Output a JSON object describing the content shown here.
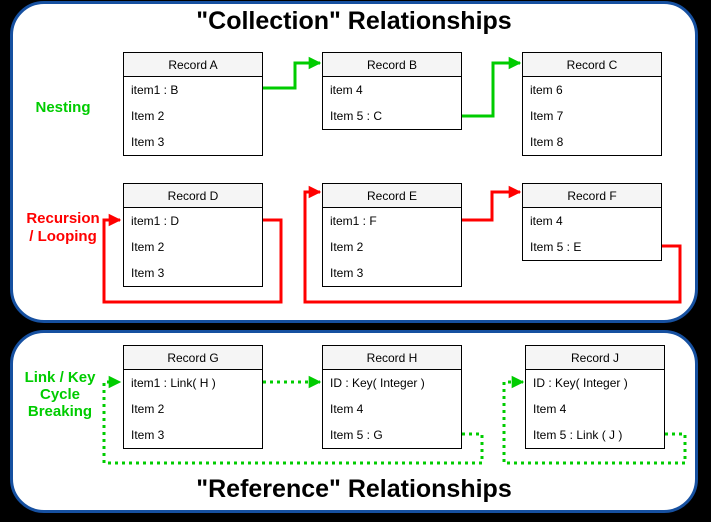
{
  "titles": {
    "collection": "\"Collection\" Relationships",
    "reference": "\"Reference\" Relationships"
  },
  "labels": {
    "nesting": "Nesting",
    "recursion_looping": "Recursion\n/ Looping",
    "link_key_cycle_breaking": "Link / Key\nCycle\nBreaking"
  },
  "colors": {
    "green": "#00cc00",
    "red": "#ff0000",
    "panel_border": "#1650a0",
    "header_fill": "#f5f5f5"
  },
  "records": [
    {
      "id": "A",
      "title": "Record A",
      "rows": [
        "item1 : B",
        "Item 2",
        "Item 3"
      ]
    },
    {
      "id": "B",
      "title": "Record B",
      "rows": [
        "item 4",
        "Item 5 : C"
      ]
    },
    {
      "id": "C",
      "title": "Record C",
      "rows": [
        "item 6",
        "Item 7",
        "Item 8"
      ]
    },
    {
      "id": "D",
      "title": "Record D",
      "rows": [
        "item1 : D",
        "Item 2",
        "Item 3"
      ]
    },
    {
      "id": "E",
      "title": "Record E",
      "rows": [
        "item1 : F",
        "Item 2",
        "Item 3"
      ]
    },
    {
      "id": "F",
      "title": "Record F",
      "rows": [
        "item 4",
        "Item 5 : E"
      ]
    },
    {
      "id": "G",
      "title": "Record G",
      "rows": [
        "item1 : Link( H )",
        "Item 2",
        "Item 3"
      ]
    },
    {
      "id": "H",
      "title": "Record H",
      "rows": [
        "ID : Key( Integer )",
        "Item 4",
        "Item 5 : G"
      ]
    },
    {
      "id": "J",
      "title": "Record J",
      "rows": [
        "ID : Key( Integer )",
        "Item 4",
        "Item 5 : Link ( J )"
      ]
    }
  ],
  "connections": [
    {
      "from": "Record A : item1",
      "to": "Record B",
      "group": "nesting",
      "style": "green-solid"
    },
    {
      "from": "Record B : Item 5",
      "to": "Record C",
      "group": "nesting",
      "style": "green-solid"
    },
    {
      "from": "Record D : item1",
      "to": "Record D : item1",
      "group": "recursion-looping",
      "style": "red-solid"
    },
    {
      "from": "Record E : item1",
      "to": "Record F",
      "group": "recursion-looping",
      "style": "red-solid"
    },
    {
      "from": "Record F : Item 5",
      "to": "Record E",
      "group": "recursion-looping",
      "style": "red-solid"
    },
    {
      "from": "Record G : item1",
      "to": "Record H",
      "group": "link-key-cycle-breaking",
      "style": "green-dotted"
    },
    {
      "from": "Record H : Item 5",
      "to": "Record G : item1",
      "group": "link-key-cycle-breaking",
      "style": "green-dotted"
    },
    {
      "from": "Record J : Item 5",
      "to": "Record J : ID",
      "group": "link-key-cycle-breaking",
      "style": "green-dotted"
    }
  ]
}
